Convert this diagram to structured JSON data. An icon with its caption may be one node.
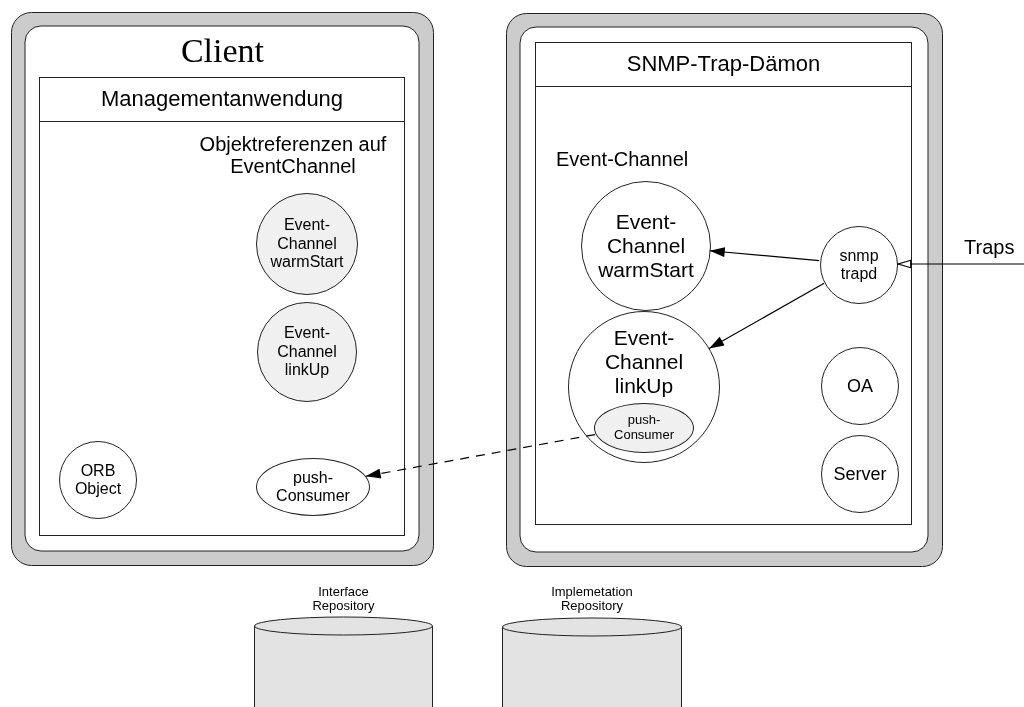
{
  "diagram": {
    "nodes": [
      {
        "text": [
          "Client"
        ]
      },
      {
        "text": [
          "Managementanwendung",
          "Objektreferenzen auf EventChannel"
        ],
        "in": 0
      },
      {
        "text": [
          "Event- Channel warmStart"
        ],
        "in": 1
      },
      {
        "text": [
          "Event- Channel linkUp"
        ],
        "in": 1
      },
      {
        "text": [
          "ORB Object"
        ],
        "in": 1
      },
      {
        "text": [
          "push- Consumer"
        ],
        "in": 1
      },
      {
        "text": [],
        "shape": "box"
      },
      {
        "text": [
          "SNMP-Trap-Dämon",
          "Event-Channel"
        ],
        "in": 6
      },
      {
        "text": [
          "Event- Channel warmStart"
        ],
        "in": 7
      },
      {
        "text": [
          "Event- Channel linkUp"
        ],
        "in": 7
      },
      {
        "text": [
          "push- Consumer"
        ],
        "in": 9
      },
      {
        "text": [
          "snmp trapd"
        ],
        "in": 7
      },
      {
        "text": [
          "OA"
        ],
        "in": 7
      },
      {
        "text": [
          "Server"
        ],
        "in": 7
      },
      {
        "text": [
          "Interface Repository"
        ]
      },
      {
        "text": [
          "Implemetation Repository"
        ]
      }
    ],
    "edges": [
      {
        "from": 11,
        "to": 8,
        "arrow": "to"
      },
      {
        "from": 11,
        "to": 9,
        "arrow": "to"
      },
      {
        "from": 10,
        "to": 5,
        "arrow": "to",
        "style": "dashed"
      },
      {
        "from": null,
        "to": 11,
        "arrow": "to",
        "label": "Traps"
      }
    ]
  }
}
